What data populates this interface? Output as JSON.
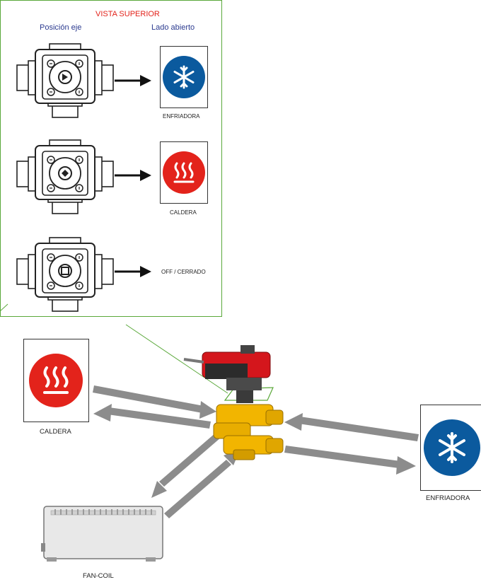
{
  "top_view": {
    "title": "VISTA SUPERIOR",
    "col_axis": "Posición eje",
    "col_open": "Lado abierto"
  },
  "rows": [
    {
      "label": "ENFRIADORA",
      "icon": "snowflake-icon",
      "color": "#0b5a9e"
    },
    {
      "label": "CALDERA",
      "icon": "heat-icon",
      "color": "#e3231b"
    },
    {
      "label": "OFF / CERRADO",
      "icon": "",
      "color": ""
    }
  ],
  "diagram": {
    "left_unit": "CALDERA",
    "right_unit": "ENFRIADORA",
    "bottom_unit": "FAN-COIL"
  },
  "colors": {
    "frame_green": "#5aa83a",
    "arrow_gray": "#8c8c8c",
    "valve_brass": "#f2b500",
    "actuator_red": "#d4161c"
  }
}
